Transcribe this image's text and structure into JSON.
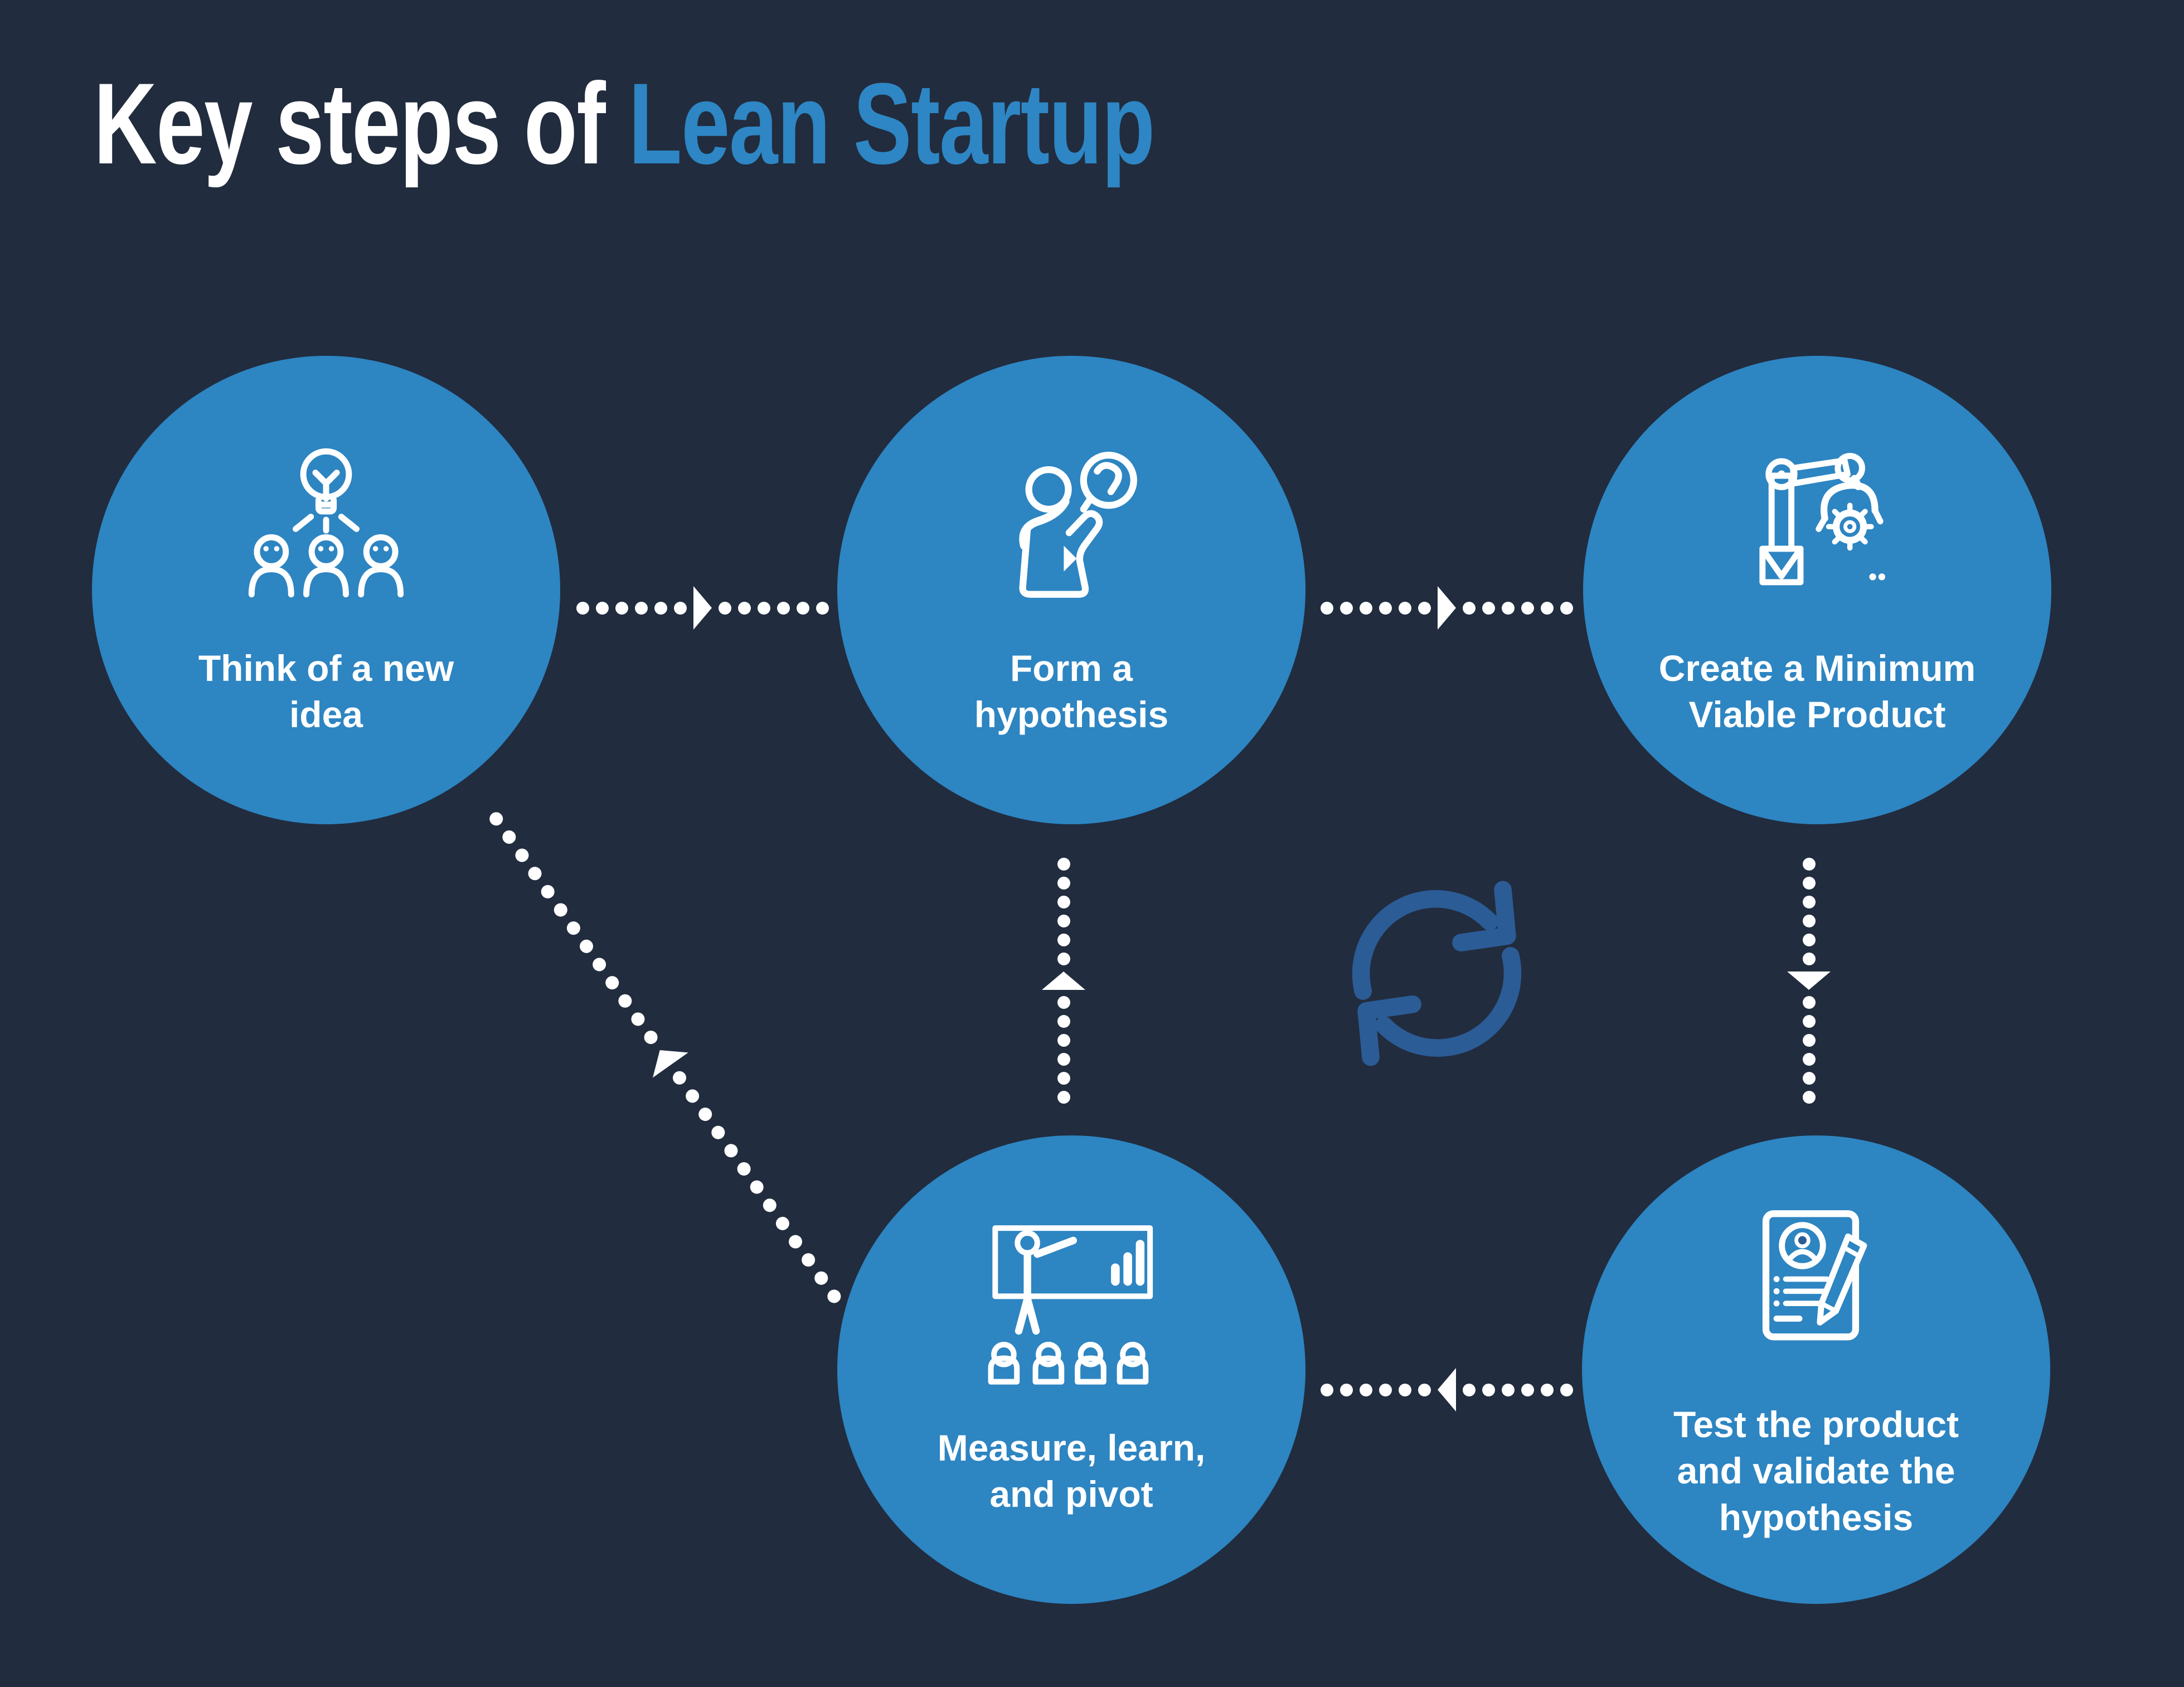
{
  "title": {
    "prefix": "Key steps of ",
    "highlight": "Lean Startup"
  },
  "colors": {
    "background": "#212C3E",
    "circle_fill": "#2D85C2",
    "title_highlight": "#2E86C4",
    "cycle_arrows": "#2B5C96",
    "text": "#FFFFFF"
  },
  "steps": [
    {
      "id": "think",
      "label": "Think of a new\nidea",
      "icon": "lightbulb-team-icon"
    },
    {
      "id": "hypothesis",
      "label": "Form a\nhypothesis",
      "icon": "thinking-person-question-icon"
    },
    {
      "id": "mvp",
      "label": "Create a Minimum\nViable Product",
      "icon": "robot-arm-gear-icon"
    },
    {
      "id": "measure",
      "label": "Measure, learn,\nand pivot",
      "icon": "presentation-chart-audience-icon"
    },
    {
      "id": "test",
      "label": "Test the product\nand validate the\nhypothesis",
      "icon": "document-pencil-icon"
    }
  ],
  "connectors": [
    {
      "from": "think",
      "to": "hypothesis",
      "direction": "right"
    },
    {
      "from": "hypothesis",
      "to": "mvp",
      "direction": "right"
    },
    {
      "from": "mvp",
      "to": "test",
      "direction": "down"
    },
    {
      "from": "test",
      "to": "measure",
      "direction": "left"
    },
    {
      "from": "measure",
      "to": "hypothesis",
      "direction": "up"
    },
    {
      "from": "measure",
      "to": "think",
      "direction": "diagonal-up-left"
    }
  ],
  "cycle_icon": "refresh-cycle-icon"
}
